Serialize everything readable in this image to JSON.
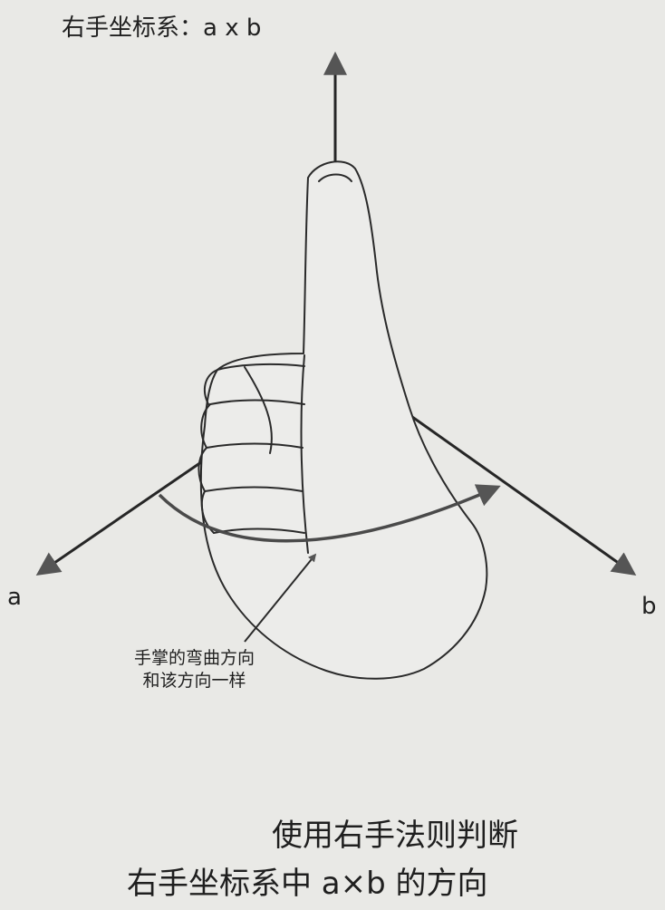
{
  "diagram": {
    "title": "右手坐标系：a x b",
    "axis_a": "a",
    "axis_b": "b",
    "annotation_line1": "手掌的弯曲方向",
    "annotation_line2": "和该方向一样",
    "caption_line1": "使用右手法则判断",
    "caption_line2": "右手坐标系中 a×b 的方向"
  },
  "colors": {
    "background": "#e9e9e6",
    "ink": "#262626",
    "arrow_tip": "#555555",
    "rotation_arrow": "#4a4a4a"
  },
  "icons": [
    "thumbs-up-hand-icon",
    "arrow-icon"
  ]
}
